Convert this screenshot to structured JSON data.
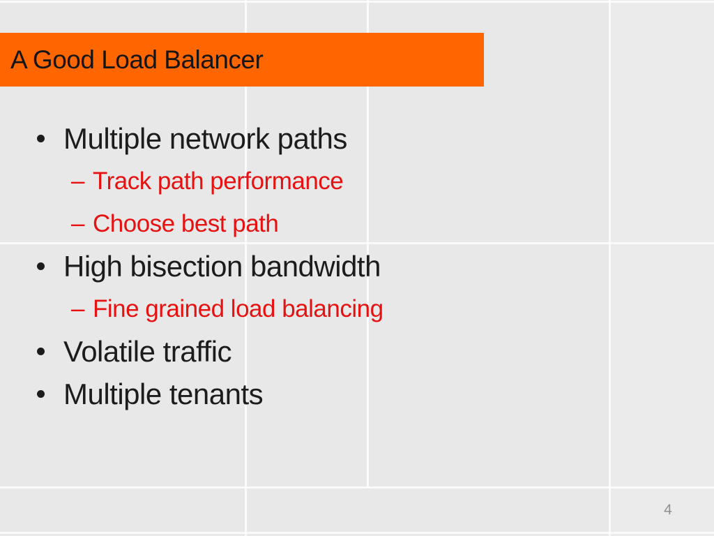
{
  "slide": {
    "title": "A Good Load Balancer",
    "markers": {
      "level1": "bullet-dot",
      "level2": "–"
    },
    "bullets": [
      {
        "level": 1,
        "text": "Multiple network paths",
        "color": "dark"
      },
      {
        "level": 2,
        "text": "Track path performance",
        "color": "red"
      },
      {
        "level": 2,
        "text": "Choose best path",
        "color": "red"
      },
      {
        "level": 1,
        "text": "High bisection bandwidth",
        "color": "dark"
      },
      {
        "level": 2,
        "text": "Fine grained load balancing",
        "color": "red"
      },
      {
        "level": 1,
        "text": "Volatile traffic",
        "color": "dark"
      },
      {
        "level": 1,
        "text": "Multiple tenants",
        "color": "dark"
      }
    ],
    "page_number": "4"
  },
  "colors": {
    "background": "#e9e8e8",
    "grid_line": "#fdfdfd",
    "title_bar": "#ff6600",
    "title_text": "#151515",
    "body_text": "#1c1c1c",
    "accent_red": "#e61111",
    "page_number": "#8f8f8f"
  }
}
